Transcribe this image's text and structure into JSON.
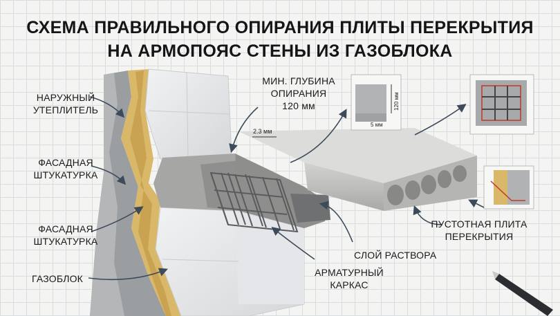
{
  "title": {
    "line1": "СХЕМА ПРАВИЛЬНОГО ОПИРАНИЯ ПЛИТЫ ПЕРЕКРЫТИЯ",
    "line2": "НА АРМОПОЯС СТЕНЫ ИЗ ГАЗОБЛОКА"
  },
  "labels": {
    "insulation": [
      "НАРУЖНЫЙ",
      "УТЕПЛИТЕЛЬ"
    ],
    "plaster_top": [
      "ФАСАДНАЯ",
      "ШТУКАТУРКА"
    ],
    "plaster_bottom": [
      "ФАСАДНАЯ",
      "ШТУКАТУРКА"
    ],
    "gas_block": "ГАЗОБЛОК",
    "min_depth": [
      "МИН. ГЛУБИНА",
      "ОПИРАНИЯ",
      "120 мм"
    ],
    "mortar": "СЛОЙ РАСТВОРА",
    "rebar_cage": [
      "АРМАТУРНЫЙ",
      "КАРКАС"
    ],
    "hollow_slab": [
      "ПУСТОТНАЯ ПЛИТА",
      "ПЕРЕКРЫТИЯ"
    ]
  },
  "dimensions": {
    "slab_offset": "2.3 мм",
    "detail_height": "120 мм",
    "detail_width": "5 мм"
  },
  "colors": {
    "insulation": "#d9b86a",
    "gas_block": "#e8e9eb",
    "concrete": "#a9aaa8",
    "slab": "#c9cac8",
    "rebar": "#5a5b5d",
    "arrow": "#3c4a5a"
  }
}
